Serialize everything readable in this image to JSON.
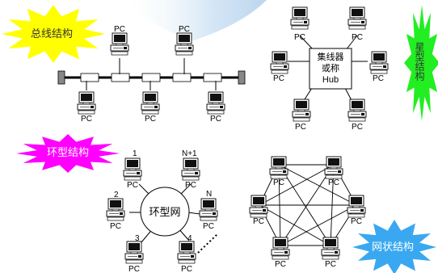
{
  "header_fragment": "",
  "bus": {
    "burst_label": "总线结构",
    "pc_label": "PC",
    "colors": {
      "burst": "#ffff00",
      "cable": "#000000",
      "cap": "#888888"
    }
  },
  "star": {
    "burst_label": "星型结构",
    "hub_label_lines": [
      "集线器",
      "或称",
      "Hub"
    ],
    "pc_label": "PC",
    "colors": {
      "burst": "#22ee22"
    }
  },
  "ring": {
    "burst_label": "环型结构",
    "center_label": "环型网",
    "pc_label": "PC",
    "node_numbers": [
      "1",
      "N+1",
      "2",
      "N",
      "3",
      "4"
    ],
    "colors": {
      "burst": "#ff00ff"
    }
  },
  "mesh": {
    "burst_label": "网状结构",
    "pc_label": "PC",
    "colors": {
      "burst": "#3aa8f0"
    }
  },
  "colors": {
    "pc_screen": "#111111",
    "pc_body": "#ffffff",
    "line": "#000000",
    "swoosh": "#cfe4f4"
  }
}
